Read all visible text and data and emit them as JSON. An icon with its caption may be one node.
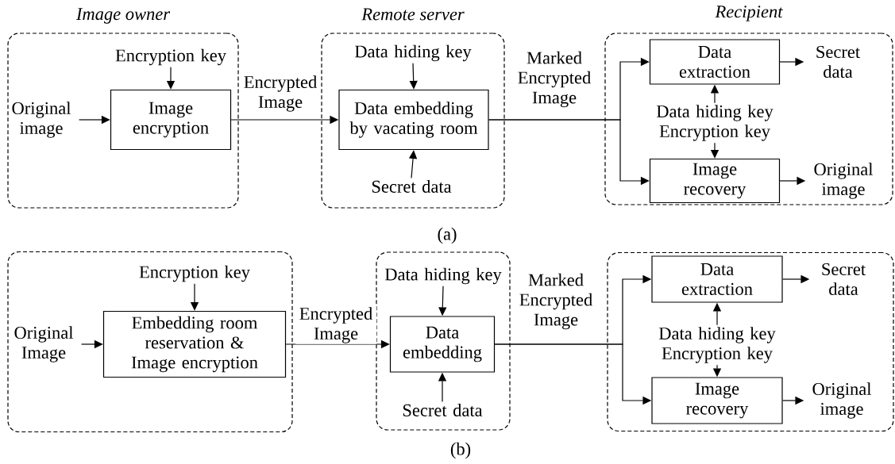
{
  "diagram": {
    "nodes": [
      {
        "text": [
          "Image owner"
        ]
      },
      {
        "text": [
          "Original image"
        ],
        "in": 0
      },
      {
        "text": [
          "Encryption key"
        ],
        "in": 0
      },
      {
        "text": [
          "Image encryption"
        ],
        "in": 0
      },
      {
        "text": [
          "Remote server"
        ]
      },
      {
        "text": [
          "Data hiding key"
        ],
        "in": 4
      },
      {
        "text": [
          "Data embedding by vacating room"
        ],
        "in": 4
      },
      {
        "text": [
          "Secret data"
        ],
        "in": 4
      },
      {
        "text": [
          "Recipient"
        ]
      },
      {
        "text": [
          "Data extraction"
        ],
        "in": 8
      },
      {
        "text": [
          "Data hiding key Encryption key"
        ],
        "in": 8
      },
      {
        "text": [
          "Image recovery"
        ],
        "in": 8
      },
      {
        "text": [
          "Secret data"
        ],
        "in": 8
      },
      {
        "text": [
          "Original image"
        ],
        "in": 8
      },
      {
        "text": [],
        "shape": "box"
      },
      {
        "text": [
          "Original Image"
        ],
        "in": 14
      },
      {
        "text": [
          "Encryption key"
        ],
        "in": 14
      },
      {
        "text": [
          "Embedding room reservation & Image encryption"
        ],
        "in": 14
      },
      {
        "text": [],
        "shape": "box"
      },
      {
        "text": [
          "Data hiding key"
        ],
        "in": 18
      },
      {
        "text": [
          "Data embedding"
        ],
        "in": 18
      },
      {
        "text": [
          "Secret data"
        ],
        "in": 18
      },
      {
        "text": [],
        "shape": "box"
      },
      {
        "text": [
          "Data extraction"
        ],
        "in": 22
      },
      {
        "text": [
          "Data hiding key Encryption key"
        ],
        "in": 22
      },
      {
        "text": [
          "Image recovery"
        ],
        "in": 22
      },
      {
        "text": [
          "Secret data"
        ],
        "in": 22
      },
      {
        "text": [
          "Original image"
        ],
        "in": 22
      }
    ],
    "edges": [
      {
        "from": 1,
        "to": 3,
        "arrow": "to"
      },
      {
        "from": 2,
        "to": 3,
        "arrow": "to"
      },
      {
        "from": 3,
        "to": 6,
        "arrow": "to",
        "label": "Encrypted Image"
      },
      {
        "from": 5,
        "to": 6,
        "arrow": "to"
      },
      {
        "from": 7,
        "to": 6,
        "arrow": "to"
      },
      {
        "from": 6,
        "to": 9,
        "arrow": "to",
        "label": "Marked Encrypted Image"
      },
      {
        "from": 6,
        "to": 11,
        "arrow": "to"
      },
      {
        "from": 10,
        "to": 9,
        "arrow": "to"
      },
      {
        "from": 10,
        "to": 11,
        "arrow": "to"
      },
      {
        "from": 9,
        "to": 12,
        "arrow": "to"
      },
      {
        "from": 11,
        "to": 13,
        "arrow": "to"
      },
      {
        "from": 15,
        "to": 17,
        "arrow": "to"
      },
      {
        "from": 16,
        "to": 17,
        "arrow": "to"
      },
      {
        "from": 17,
        "to": 20,
        "arrow": "to",
        "label": "Encrypted Image"
      },
      {
        "from": 19,
        "to": 20,
        "arrow": "to"
      },
      {
        "from": 21,
        "to": 20,
        "arrow": "to"
      },
      {
        "from": 20,
        "to": 23,
        "arrow": "to",
        "label": "Marked Encrypted Image"
      },
      {
        "from": 20,
        "to": 25,
        "arrow": "to"
      },
      {
        "from": 24,
        "to": 23,
        "arrow": "to"
      },
      {
        "from": 24,
        "to": 25,
        "arrow": "to"
      },
      {
        "from": 23,
        "to": 26,
        "arrow": "to"
      },
      {
        "from": 25,
        "to": 27,
        "arrow": "to"
      }
    ],
    "labels": [
      "(a)",
      "(b)"
    ]
  }
}
